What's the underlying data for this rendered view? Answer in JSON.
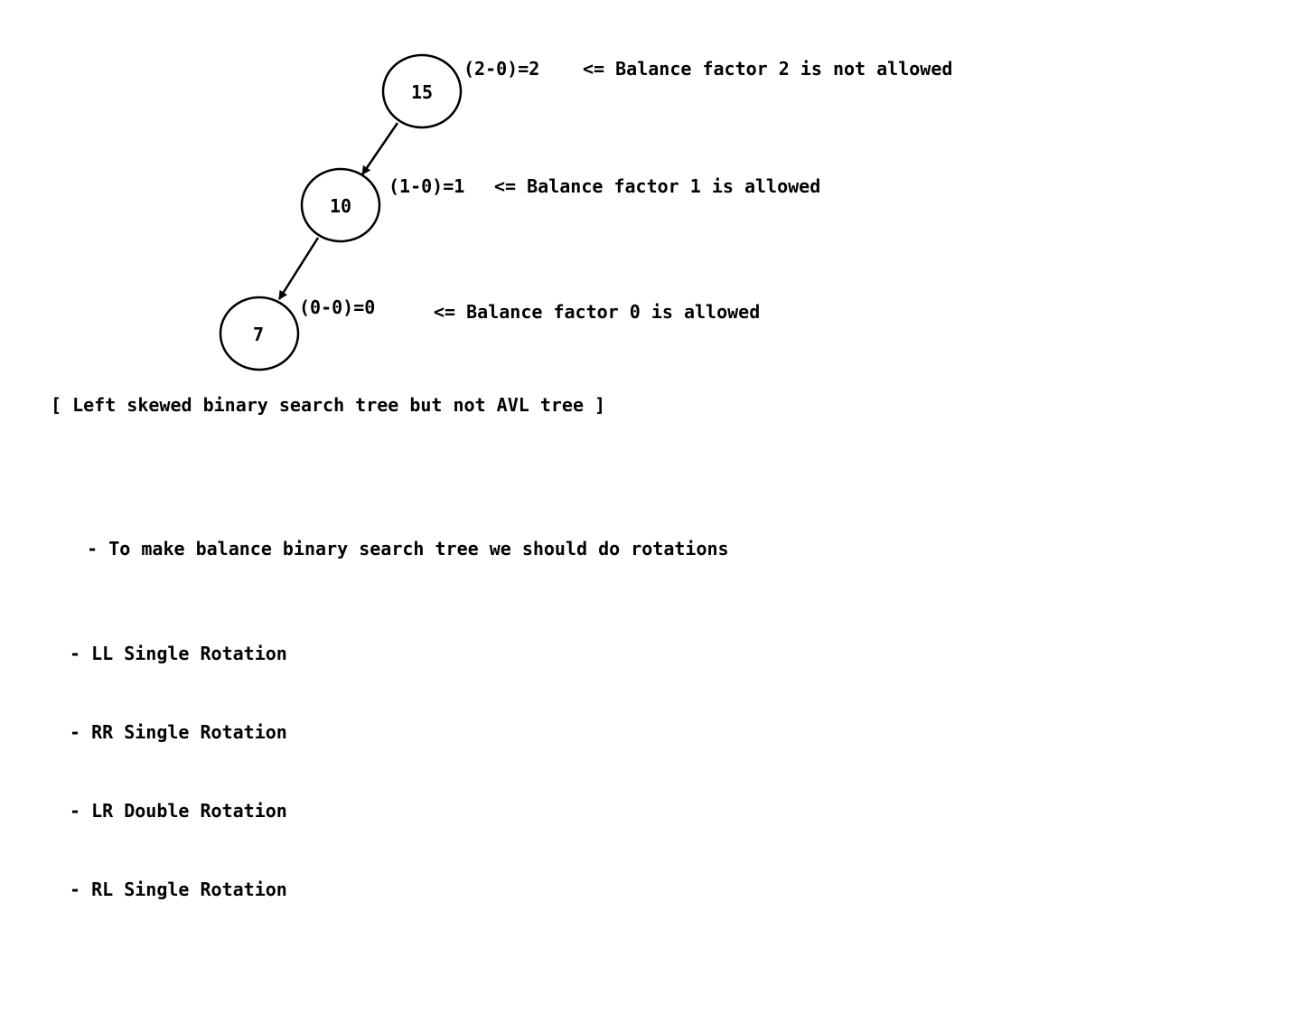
{
  "tree": {
    "nodes": [
      {
        "id": "n15",
        "label": "15",
        "balance": "(2-0)=2",
        "note": "<= Balance factor 2 is not allowed"
      },
      {
        "id": "n10",
        "label": "10",
        "balance": "(1-0)=1",
        "note": "<= Balance factor 1 is allowed"
      },
      {
        "id": "n7",
        "label": "7",
        "balance": "(0-0)=0",
        "note": "<= Balance factor 0 is allowed"
      }
    ],
    "edges": [
      {
        "from": "n15",
        "to": "n10"
      },
      {
        "from": "n10",
        "to": "n7"
      }
    ],
    "stroke_color": "#000000"
  },
  "caption": "[ Left skewed binary search tree but not AVL tree ]",
  "notes": {
    "main": "- To make balance binary search tree we should do rotations",
    "items": [
      "- LL Single Rotation",
      "- RR Single Rotation",
      "- LR Double Rotation",
      "- RL Single Rotation"
    ]
  }
}
